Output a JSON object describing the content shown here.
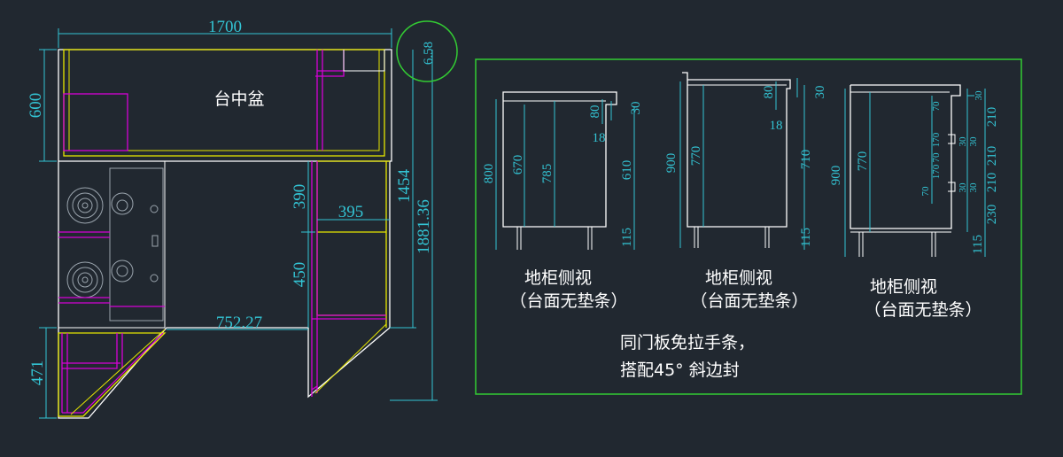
{
  "colors": {
    "background": "#212830",
    "outline": "#ffffff",
    "dimension": "#33c4d4",
    "counter": "#e6e600",
    "cabinet": "#d600d6",
    "frame": "#33cc33",
    "appliance": "#9aa4ad"
  },
  "plan": {
    "sink_label": "台中盆",
    "dims": {
      "top_width": "1700",
      "left_depth": "600",
      "tiny": "6.58",
      "col1": "390",
      "col2": "450",
      "width_395": "395",
      "right_1454": "1454",
      "right_1881": "1881.36",
      "bottom_752": "752.27",
      "left_471": "471"
    }
  },
  "elevations": {
    "a": {
      "label": "地柜侧视",
      "sub": "（台面无垫条）",
      "dims": {
        "d800": "800",
        "d670": "670",
        "d785": "785",
        "d80": "80",
        "d30": "30",
        "d18": "18",
        "d610": "610",
        "d115": "115"
      }
    },
    "b": {
      "label": "地柜侧视",
      "sub": "（台面无垫条）",
      "dims": {
        "d900": "900",
        "d770": "770",
        "d80": "80",
        "d30": "30",
        "d18": "18",
        "d710": "710",
        "d115": "115"
      }
    },
    "c": {
      "label": "地柜侧视",
      "sub": "（台面无垫条）",
      "dims": {
        "d900": "900",
        "d770": "770",
        "d70a": "70",
        "d170a": "170",
        "d70b": "70",
        "d170b": "170",
        "d70c": "70",
        "d30": "30",
        "d30a": "30",
        "d30b": "30",
        "d30c": "30",
        "d30d": "30",
        "d210a": "210",
        "d210b": "210",
        "d210c": "210",
        "d230": "230",
        "d115": "115"
      }
    }
  },
  "note": {
    "line1": "同门板免拉手条，",
    "line2": "搭配45° 斜边封"
  }
}
